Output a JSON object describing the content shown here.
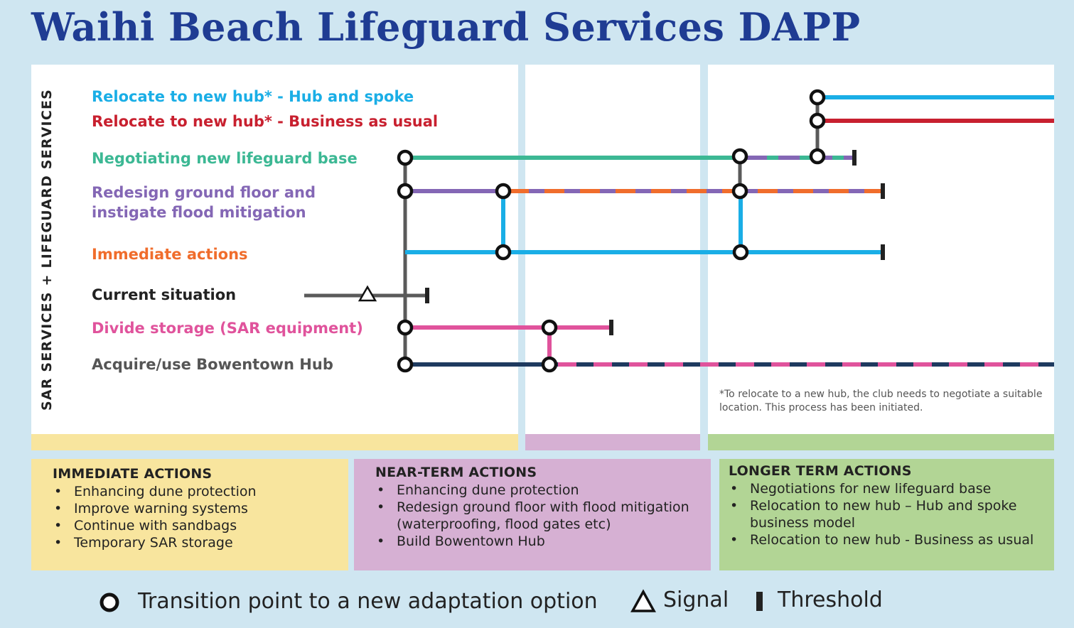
{
  "title": "Waihi Beach Lifeguard Services DAPP",
  "vertical_label": "SAR SERVICES + LIFEGUARD SERVICES",
  "pathways": [
    {
      "label": "Relocate to new hub* - Hub and spoke",
      "color": "#1aaee6"
    },
    {
      "label": "Relocate to new hub* - Business as usual",
      "color": "#c8202f"
    },
    {
      "label": "Negotiating new lifeguard base",
      "color": "#3cb894"
    },
    {
      "label": "Redesign ground floor and\ninstigate flood mitigation",
      "color": "#8467b5"
    },
    {
      "label": "Immediate actions",
      "color": "#f06d2c"
    },
    {
      "label": "Current situation",
      "color": "#222222"
    },
    {
      "label": "Divide storage (SAR equipment)",
      "color": "#e0539c"
    },
    {
      "label": "Acquire/use Bowentown Hub",
      "color": "#555555"
    }
  ],
  "footnote": "*To relocate to a new hub, the club needs to negotiate a suitable location. This process has been initiated.",
  "phases": {
    "immediate": {
      "heading": "IMMEDIATE ACTIONS",
      "color": "#f8e59e",
      "items": [
        "Enhancing dune protection",
        "Improve warning systems",
        "Continue with sandbags",
        "Temporary SAR storage"
      ]
    },
    "near_term": {
      "heading": "NEAR-TERM ACTIONS",
      "color": "#d6b0d3",
      "items": [
        "Enhancing dune protection",
        "Redesign ground floor with flood mitigation (waterproofing, flood gates etc)",
        "Build Bowentown Hub"
      ]
    },
    "longer_term": {
      "heading": "LONGER TERM ACTIONS",
      "color": "#b2d595",
      "items": [
        "Negotiations for new lifeguard base",
        "Relocation to new hub – Hub and spoke business model",
        "Relocation to new hub - Business as usual"
      ]
    }
  },
  "legend": {
    "transition": "Transition point to a new adaptation option",
    "signal": "Signal",
    "threshold": "Threshold"
  }
}
